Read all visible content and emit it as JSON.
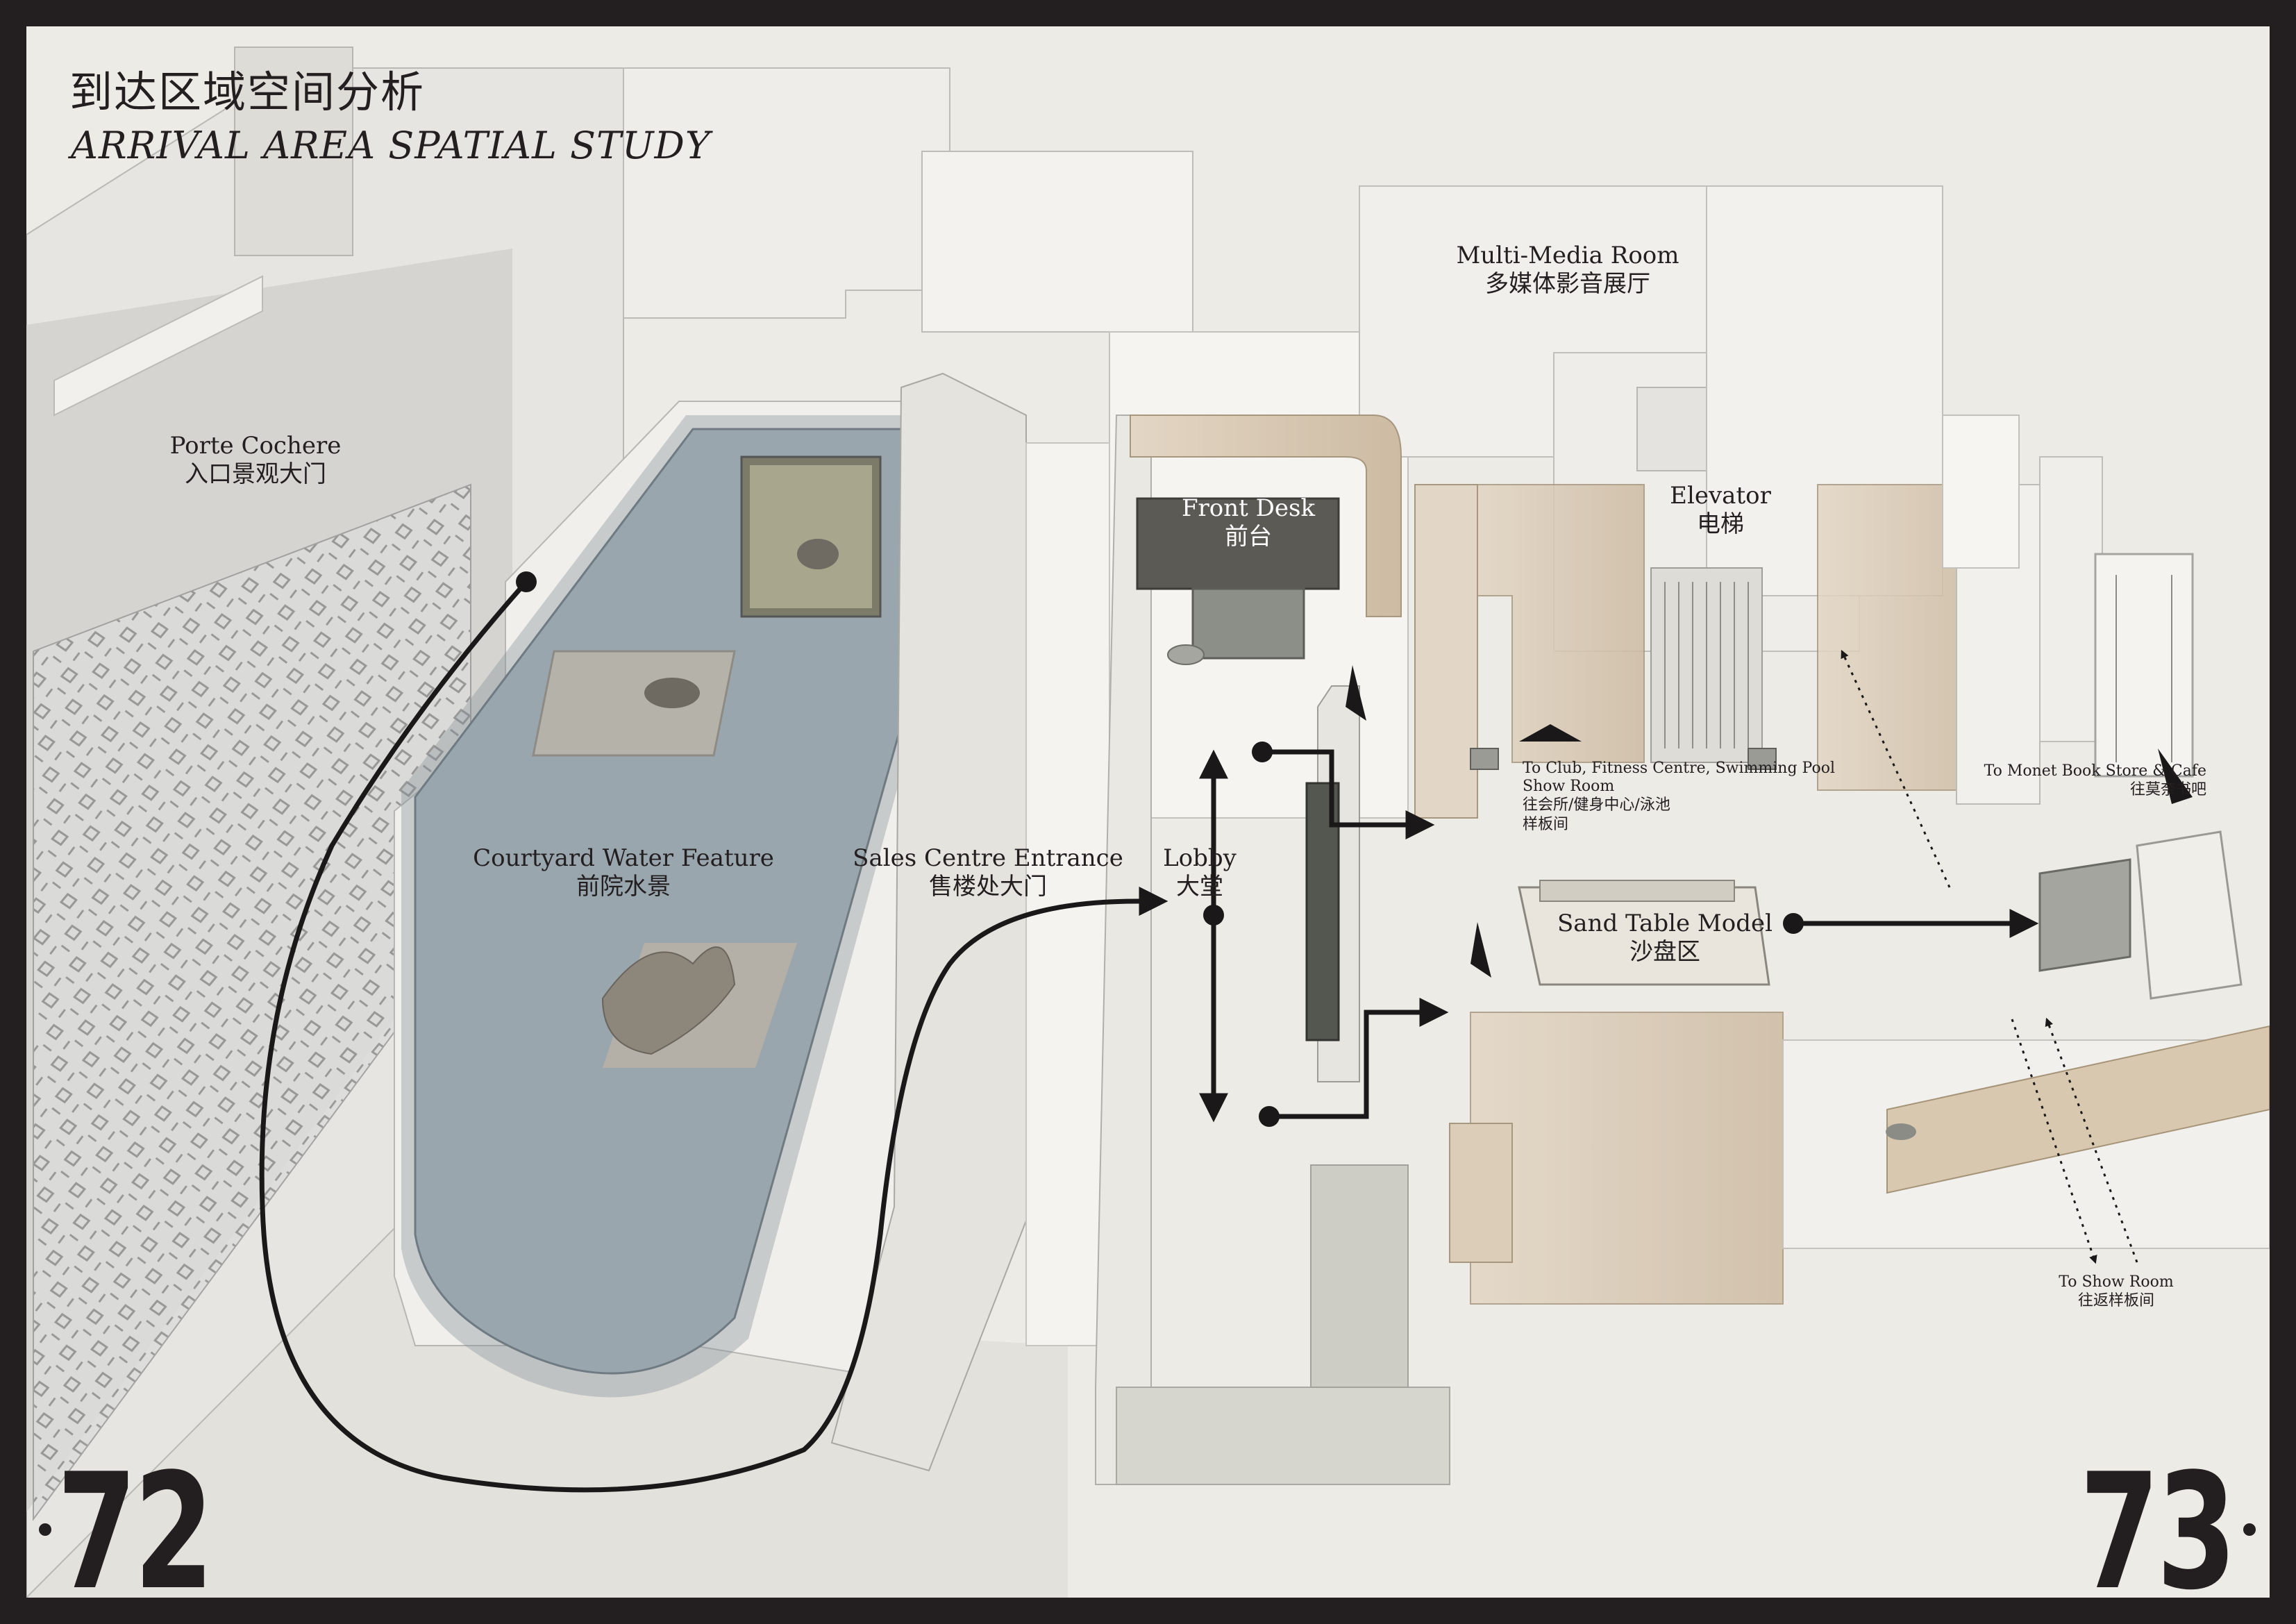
{
  "title": {
    "cn": "到达区域空间分析",
    "en": "ARRIVAL AREA SPATIAL STUDY"
  },
  "page_numbers": {
    "left": "72",
    "right": "73"
  },
  "labels": {
    "porte_cochere": {
      "en": "Porte Cochere",
      "cn": "入口景观大门"
    },
    "courtyard_water": {
      "en": "Courtyard Water Feature",
      "cn": "前院水景"
    },
    "sales_entrance": {
      "en": "Sales Centre Entrance",
      "cn": "售楼处大门"
    },
    "lobby": {
      "en": "Lobby",
      "cn": "大堂"
    },
    "front_desk": {
      "en": "Front Desk",
      "cn": "前台"
    },
    "multimedia": {
      "en": "Multi-Media Room",
      "cn": "多媒体影音展厅"
    },
    "elevator": {
      "en": "Elevator",
      "cn": "电梯"
    },
    "sand_table": {
      "en": "Sand Table Model",
      "cn": "沙盘区"
    },
    "to_club": {
      "en1": "To Club, Fitness Centre, Swimming Pool",
      "en2": "Show Room",
      "cn1": "往会所/健身中心/泳池",
      "cn2": "样板间"
    },
    "to_monet": {
      "en": "To Monet Book Store & Cafe",
      "cn": "往莫奈书吧"
    },
    "to_showroom": {
      "en": "To Show Room",
      "cn": "往返样板间"
    }
  },
  "colors": {
    "paper": "#ecebe6",
    "frame": "#231f20",
    "water": "#9aa6ae",
    "stone": "#d9c9b4",
    "wall": "#f2f1ee",
    "path": "#1a1818"
  }
}
